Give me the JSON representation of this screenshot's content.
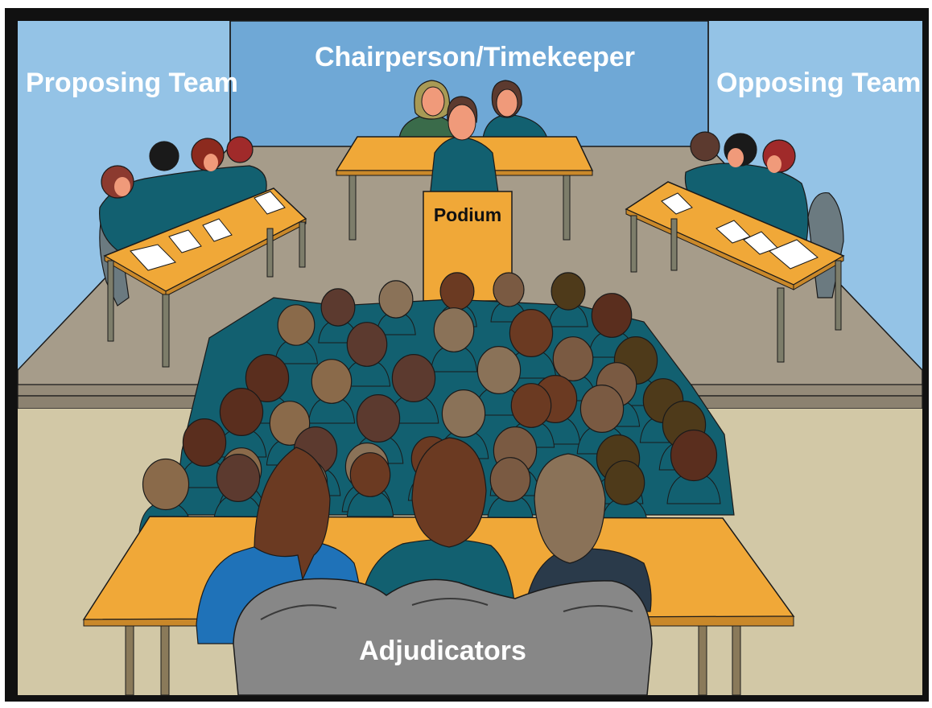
{
  "labels": {
    "proposing_team": "Proposing Team",
    "chairperson": "Chairperson/Timekeeper",
    "opposing_team": "Opposing Team",
    "podium": "Podium",
    "adjudicators": "Adjudicators"
  },
  "colors": {
    "frame": "#111111",
    "side_wall": "#94c3e6",
    "back_wall": "#6fa8d6",
    "stage_floor": "#a69c8a",
    "stage_step": "#958b79",
    "audience_floor": "#d2c8a6",
    "table_top": "#f0a838",
    "table_leg": "#7d7d6a",
    "uniform": "#126070",
    "skin": "#f09a7a",
    "adjudicator_chair": "#878787",
    "label_text": "#ffffff"
  },
  "icons": {
    "person": "person-icon",
    "table": "table-icon",
    "paper": "paper-icon",
    "chair": "chair-icon"
  }
}
